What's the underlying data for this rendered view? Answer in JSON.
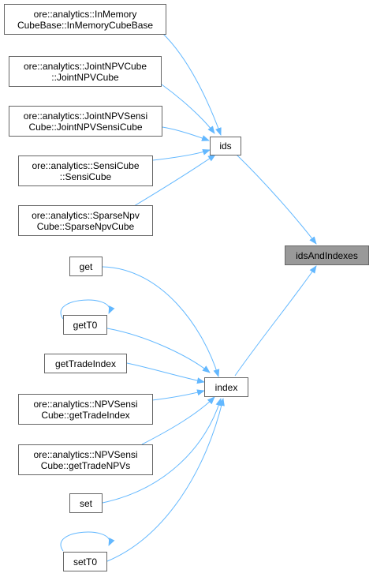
{
  "colors": {
    "edge": "#63b8ff",
    "node_border": "#666666",
    "node_fill": "#ffffff",
    "focus_fill": "#999999"
  },
  "nodes": {
    "inmemory": [
      "ore::analytics::InMemory",
      "CubeBase::InMemoryCubeBase"
    ],
    "jointnpv": [
      "ore::analytics::JointNPVCube",
      "::JointNPVCube"
    ],
    "jointnpvsensi": [
      "ore::analytics::JointNPVSensi",
      "Cube::JointNPVSensiCube"
    ],
    "sensicube": [
      "ore::analytics::SensiCube",
      "::SensiCube"
    ],
    "sparsenpv": [
      "ore::analytics::SparseNpv",
      "Cube::SparseNpvCube"
    ],
    "ids": [
      "ids"
    ],
    "idsandindexes": [
      "idsAndIndexes"
    ],
    "get": [
      "get"
    ],
    "gett0": [
      "getT0"
    ],
    "gettradeindex": [
      "getTradeIndex"
    ],
    "npvsensi_gettradeindex": [
      "ore::analytics::NPVSensi",
      "Cube::getTradeIndex"
    ],
    "npvsensi_gettradenpvs": [
      "ore::analytics::NPVSensi",
      "Cube::getTradeNPVs"
    ],
    "set": [
      "set"
    ],
    "sett0": [
      "setT0"
    ],
    "index": [
      "index"
    ]
  }
}
